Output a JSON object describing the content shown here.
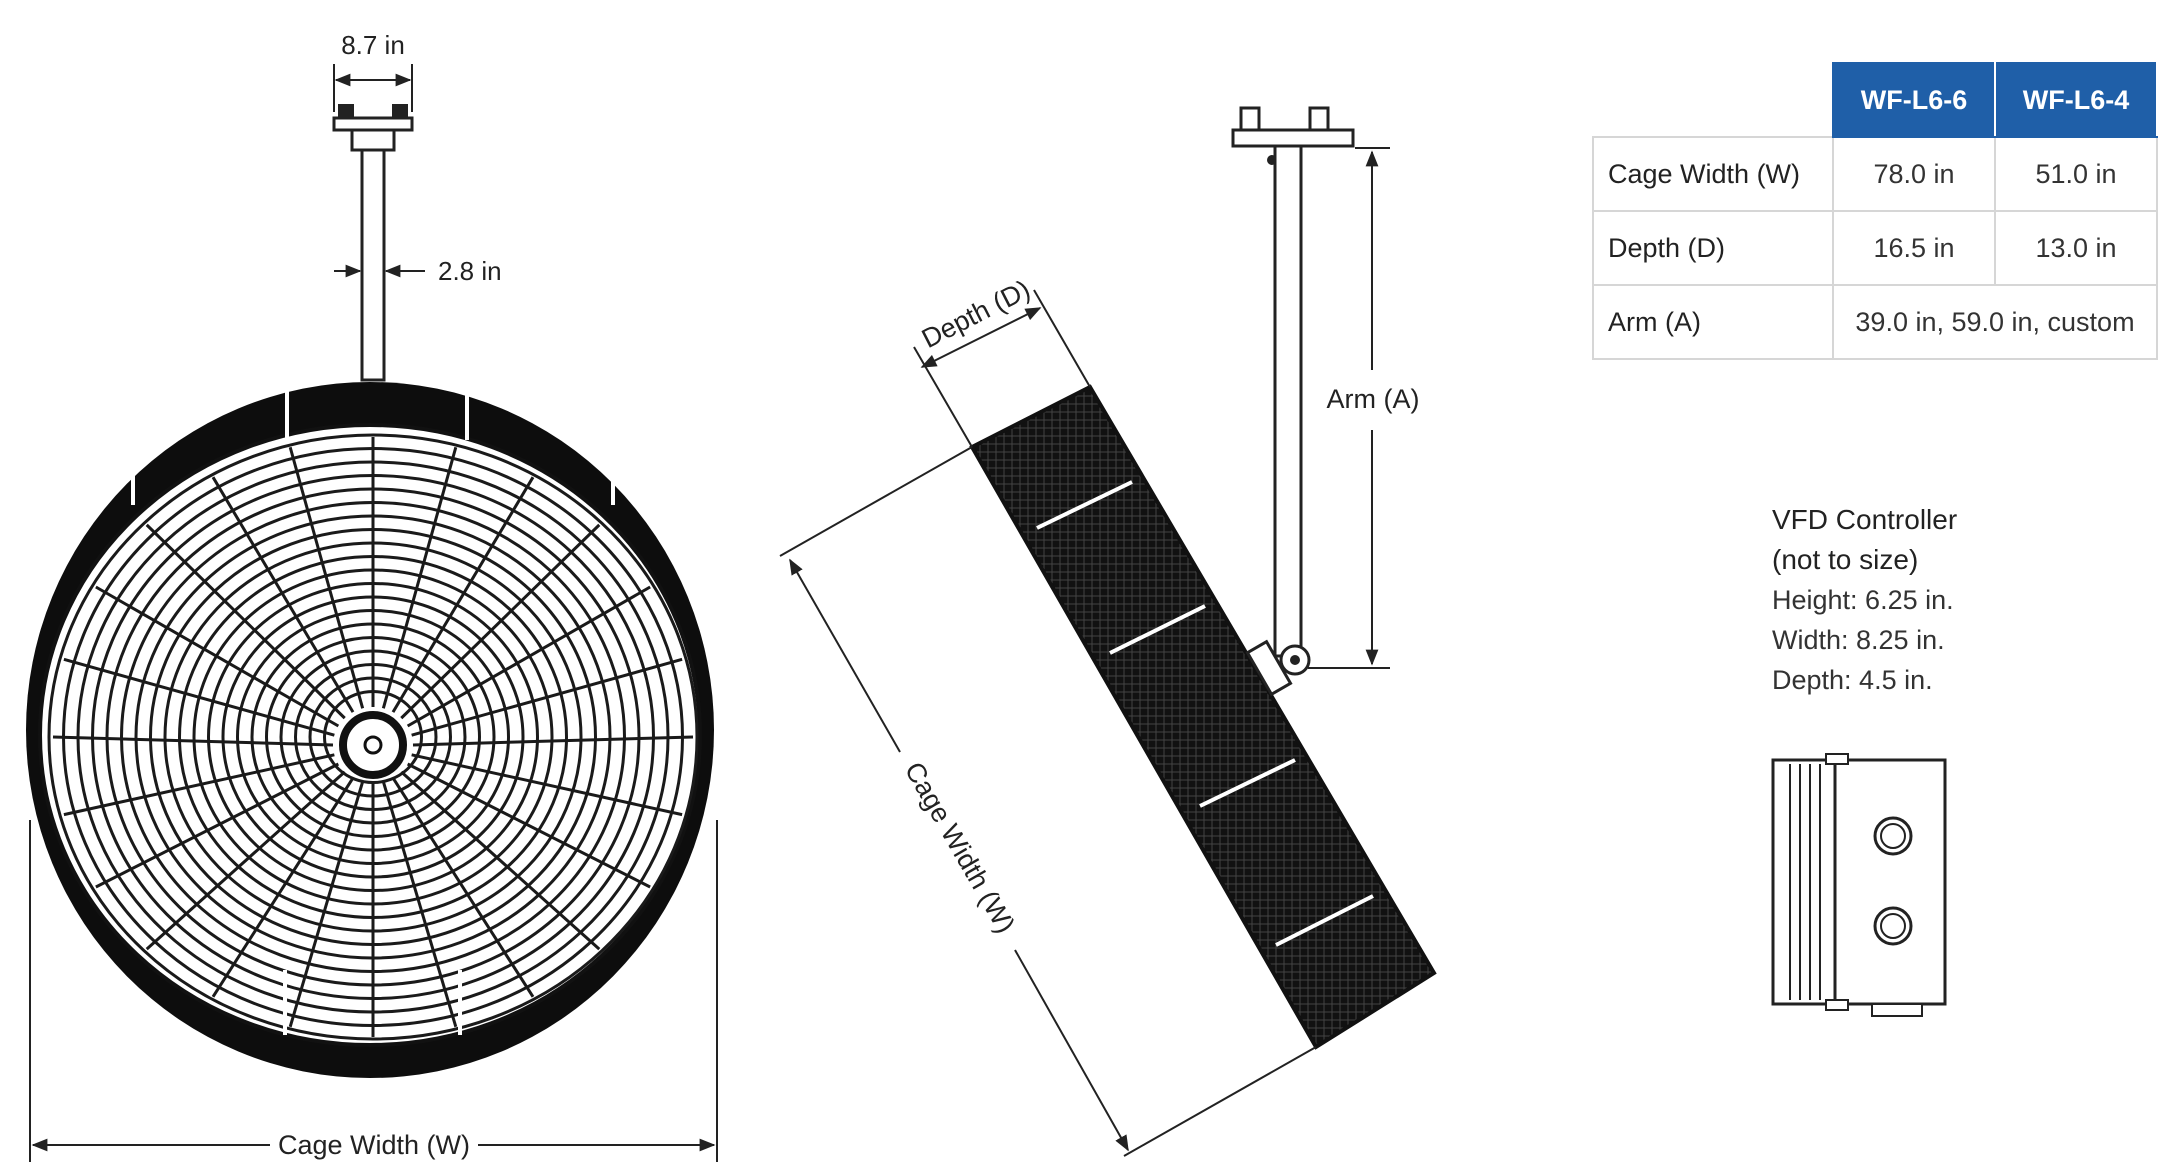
{
  "front_view": {
    "dim_top": "8.7 in",
    "dim_arm": "2.8 in",
    "dim_width": "Cage Width (W)"
  },
  "side_view": {
    "dim_depth": "Depth (D)",
    "dim_width": "Cage Width (W)",
    "dim_arm": "Arm (A)"
  },
  "spec_table": {
    "headers": [
      "WF-L6-6",
      "WF-L6-4"
    ],
    "rows": [
      {
        "label": "Cage Width (W)",
        "values": [
          "78.0 in",
          "51.0 in"
        ]
      },
      {
        "label": "Depth (D)",
        "values": [
          "16.5 in",
          "13.0 in"
        ]
      },
      {
        "label": "Arm (A)",
        "values": [
          "39.0 in, 59.0 in, custom"
        ]
      }
    ]
  },
  "vfd": {
    "title": "VFD Controller",
    "subtitle": "(not to size)",
    "height": "Height: 6.25 in.",
    "width": "Width: 8.25 in.",
    "depth": "Depth: 4.5 in."
  }
}
